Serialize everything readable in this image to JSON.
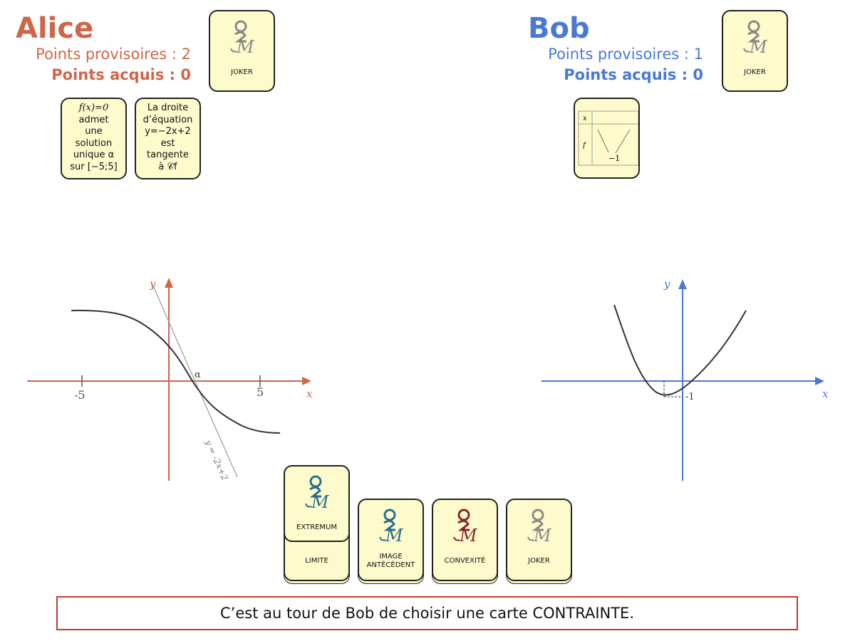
{
  "players": {
    "alice": {
      "name": "Alice",
      "prov_label": "Points provisoires : 2",
      "acq_label": "Points acquis : 0",
      "color": "#d0654a",
      "joker": "JOKER",
      "cards": [
        [
          "f(x)=0",
          "admet",
          "une",
          "solution",
          "unique α",
          "sur [−5;5]"
        ],
        [
          "La droite",
          "d’équation",
          "y=−2x+2",
          "est",
          "tangente",
          "à 𝒞f"
        ]
      ]
    },
    "bob": {
      "name": "Bob",
      "prov_label": "Points provisoires : 1",
      "acq_label": "Points acquis : 0",
      "color": "#4a78d6",
      "joker": "JOKER",
      "table_card": {
        "row1": "x",
        "row2": "f",
        "value": "−1"
      }
    }
  },
  "graphs": {
    "alice": {
      "xlabel": "x",
      "ylabel": "y",
      "tick_neg": "-5",
      "tick_pos": "5",
      "alpha": "α",
      "tangent_label": "y = -2x+2"
    },
    "bob": {
      "xlabel": "x",
      "ylabel": "y",
      "min_label": "-1"
    }
  },
  "hand": [
    {
      "label": "EXTREMUM",
      "color": "#2a6e8e"
    },
    {
      "label": "LIMITE",
      "color": "#2a6e8e"
    },
    {
      "label": "IMAGE ANTÉCÉDENT",
      "color": "#2a6e8e"
    },
    {
      "label": "CONVEXITÉ",
      "color": "#8a2433"
    },
    {
      "label": "JOKER",
      "color": "#8a8a8a"
    }
  ],
  "message": "C’est au tour de Bob de choisir une carte CONTRAINTE."
}
